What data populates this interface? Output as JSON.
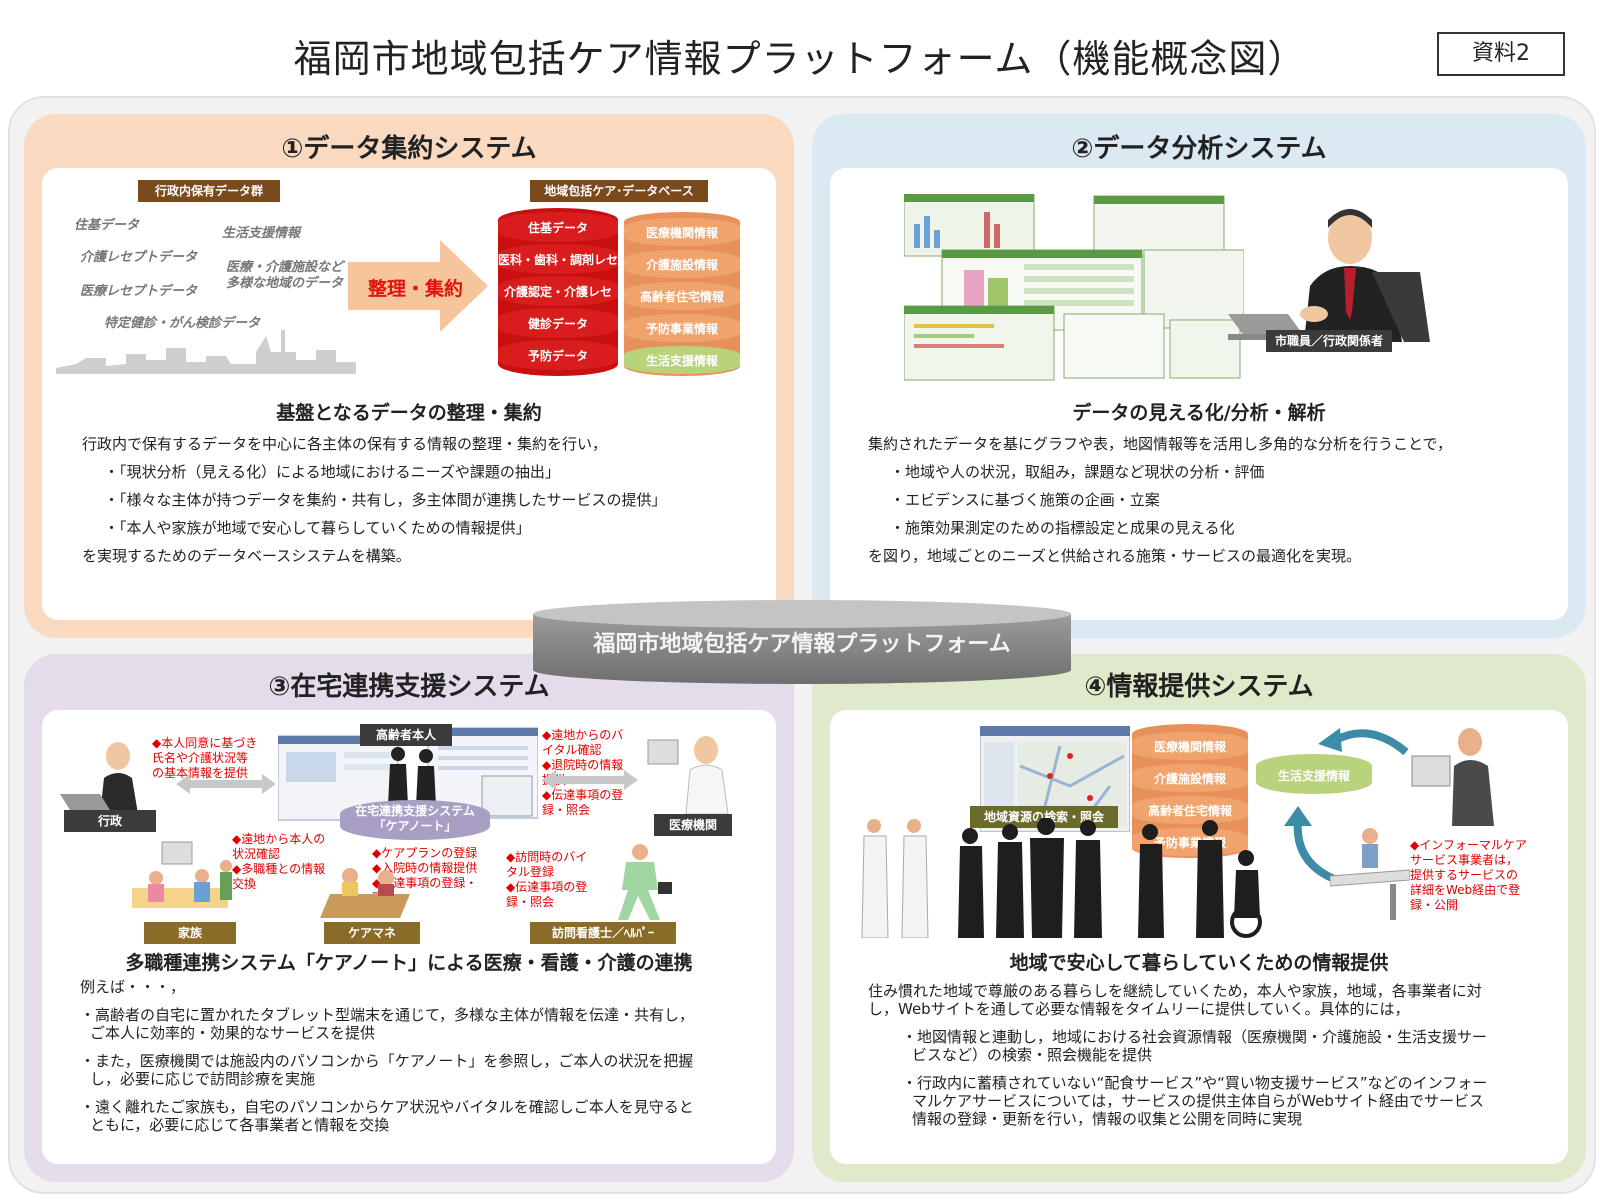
{
  "header": {
    "title": "福岡市地域包括ケア情報プラットフォーム（機能概念図）",
    "badge": "資料2"
  },
  "platform": {
    "label": "福岡市地域包括ケア情報プラットフォーム"
  },
  "q1": {
    "title": "①データ集約システム",
    "source_label": "行政内保有データ群",
    "source_items": [
      "住基データ",
      "介護レセプトデータ",
      "医療レセプトデータ",
      "特定健診・がん検診データ",
      "生活支援情報",
      "医療・介護施設など",
      "多様な地域のデータ"
    ],
    "arrow_text": "整理・集約",
    "db_label": "地域包括ケア･データベース",
    "db_red": [
      "住基データ",
      "医科・歯科・調剤レセ",
      "介護認定・介護レセ",
      "健診データ",
      "予防データ"
    ],
    "db_orange": [
      "医療機関情報",
      "介護施設情報",
      "高齢者住宅情報",
      "予防事業情報",
      "生活支援情報"
    ],
    "subtitle": "基盤となるデータの整理・集約",
    "body": [
      "行政内で保有するデータを中心に各主体の保有する情報の整理・集約を行い，",
      "・「現状分析（見える化）による地域におけるニーズや課題の抽出」",
      "・「様々な主体が持つデータを集約・共有し，多主体間が連携したサービスの提供」",
      "・「本人や家族が地域で安心して暮らしていくための情報提供」",
      "を実現するためのデータベースシステムを構築。"
    ]
  },
  "q2": {
    "title": "②データ分析システム",
    "person_label": "市職員／行政関係者",
    "subtitle": "データの見える化/分析・解析",
    "body": [
      "集約されたデータを基にグラフや表，地図情報等を活用し多角的な分析を行うことで，",
      "・地域や人の状況，取組み，課題など現状の分析・評価",
      "・エビデンスに基づく施策の企画・立案",
      "・施策効果測定のための指標設定と成果の見える化",
      "を図り，地域ごとのニーズと供給される施策・サービスの最適化を実現。"
    ]
  },
  "q3": {
    "title": "③在宅連携支援システム",
    "center_label": "在宅連携支援システム\n「ケアノート」",
    "elderly_label": "高齢者本人",
    "labels": {
      "admin": "行政",
      "medical": "医療機関",
      "family": "家族",
      "caremgr": "ケアマネ",
      "nurse": "訪問看護士／ﾍﾙﾊﾟｰ"
    },
    "notes": {
      "admin": "◆本人同意に基づき\n氏名や介護状況等\nの基本情報を提供",
      "medical": "◆遠地からのバ\nイタル確認\n◆退院時の情報\n提供\n◆伝達事項の登\n録・照会",
      "family": "◆遠地から本人の\n状況確認\n◆多職種との情報\n交換",
      "caremgr": "◆ケアプランの登録\n◆入院時の情報提供\n◆伝達事項の登録・\n照会",
      "nurse": "◆訪問時のバイ\nタル登録\n◆伝達事項の登\n録・照会"
    },
    "subtitle": "多職種連携システム「ケアノート」による医療・看護・介護の連携",
    "body": [
      "例えば・・・，",
      "・高齢者の自宅に置かれたタブレット型端末を通じて，多様な主体が情報を伝達・共有し，",
      "ご本人に効率的・効果的なサービスを提供",
      "・また，医療機関では施設内のパソコンから「ケアノート」を参照し，ご本人の状況を把握",
      "し，必要に応じで訪問診療を実施",
      "・遠く離れたご家族も，自宅のパソコンからケア状況やバイタルを確認しご本人を見守ると",
      "ともに，必要に応じて各事業者と情報を交換"
    ]
  },
  "q4": {
    "title": "④情報提供システム",
    "search_label": "地域資源の検索・照会",
    "db_items": [
      "医療機関情報",
      "介護施設情報",
      "高齢者住宅情報",
      "予防事業情報"
    ],
    "life_support": "生活支援情報",
    "provider_note": "◆インフォーマルケア\nサービス事業者は，\n提供するサービスの\n詳細をWeb経由で登\n録・公開",
    "subtitle": "地域で安心して暮らしていくための情報提供",
    "body": [
      "住み慣れた地域で尊厳のある暮らしを継続していくため，本人や家族，地域，各事業者に対",
      "し，Webサイトを通して必要な情報をタイムリーに提供していく。具体的には，",
      "・地図情報と連動し，地域における社会資源情報（医療機関・介護施設・生活支援サー",
      "ビスなど）の検索・照会機能を提供",
      "・行政内に蓄積されていない“配食サービス”や“買い物支援サービス”などのインフォー",
      "マルケアサービスについては，サービスの提供主体自らがWebサイト経由でサービス",
      "情報の登録・更新を行い，情報の収集と公開を同時に実現"
    ]
  }
}
